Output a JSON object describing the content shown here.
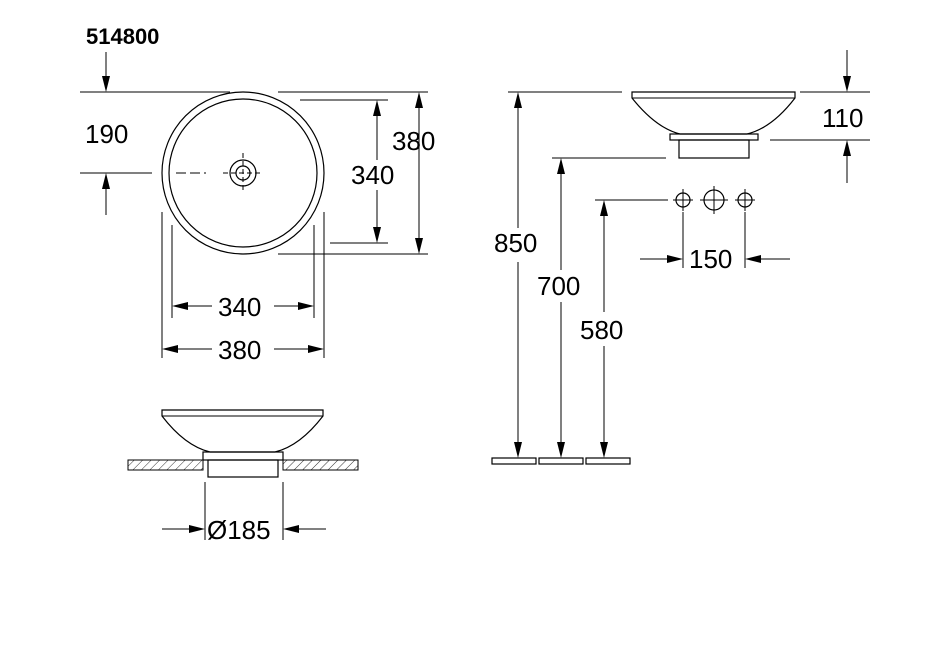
{
  "product_code": "514800",
  "top_view": {
    "offset_label": "190",
    "inner_depth_label": "340",
    "outer_depth_label": "380",
    "inner_width_label": "340",
    "outer_width_label": "380"
  },
  "front_view": {
    "outlet_diameter_label": "Ø185"
  },
  "side_view": {
    "bowl_height_label": "110",
    "rim_height_label": "850",
    "counter_height_label": "700",
    "tap_height_label": "580",
    "tap_spacing_label": "150"
  }
}
